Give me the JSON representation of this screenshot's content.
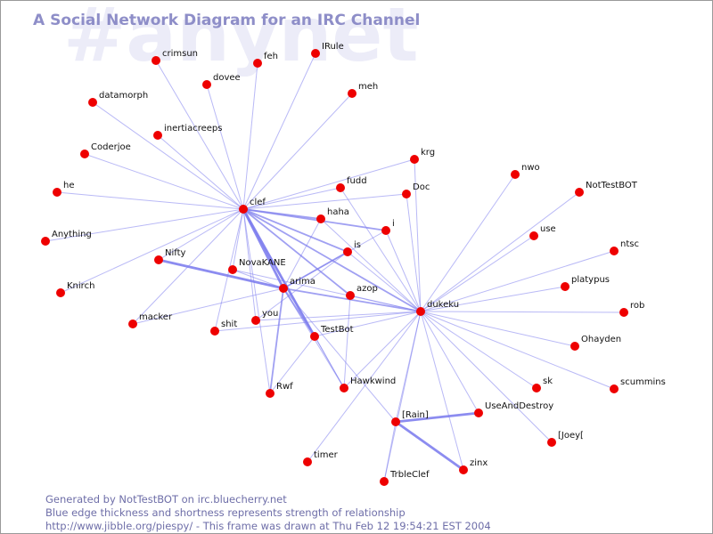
{
  "background_text": "#anynet",
  "title": "A Social Network Diagram for an IRC Channel",
  "footer": {
    "line1": "Generated by NotTestBOT on irc.bluecherry.net",
    "line2": "Blue edge thickness and shortness represents strength of relationship",
    "line3": "http://www.jibble.org/piespy/ - This frame was drawn at Thu Feb 12 19:54:21 EST 2004"
  },
  "colors": {
    "node": "#ee0000",
    "edge": "#8080ee",
    "title": "#8e8ec8",
    "background_text": "#ececf8"
  },
  "nodes": [
    {
      "id": "clef",
      "label": "clef"
    },
    {
      "id": "dukeku",
      "label": "dukeku"
    },
    {
      "id": "arima",
      "label": "arima"
    },
    {
      "id": "crimsun",
      "label": "crimsun"
    },
    {
      "id": "feh",
      "label": "feh"
    },
    {
      "id": "IRule",
      "label": "IRule"
    },
    {
      "id": "dovee",
      "label": "dovee"
    },
    {
      "id": "meh",
      "label": "meh"
    },
    {
      "id": "datamorph",
      "label": "datamorph"
    },
    {
      "id": "inertiacreeps",
      "label": "inertiacreeps"
    },
    {
      "id": "Coderjoe",
      "label": "Coderjoe"
    },
    {
      "id": "krg",
      "label": "krg"
    },
    {
      "id": "he",
      "label": "he"
    },
    {
      "id": "fudd",
      "label": "fudd"
    },
    {
      "id": "Doc",
      "label": "Doc"
    },
    {
      "id": "haha",
      "label": "haha"
    },
    {
      "id": "i",
      "label": "i"
    },
    {
      "id": "Anything",
      "label": "Anything"
    },
    {
      "id": "is",
      "label": "is"
    },
    {
      "id": "Nifty",
      "label": "Nifty"
    },
    {
      "id": "NovaKANE",
      "label": "NovaKANE"
    },
    {
      "id": "Knirch",
      "label": "Knirch"
    },
    {
      "id": "azop",
      "label": "azop"
    },
    {
      "id": "macker",
      "label": "macker"
    },
    {
      "id": "you",
      "label": "you"
    },
    {
      "id": "shit",
      "label": "shit"
    },
    {
      "id": "TestBot",
      "label": "TestBot"
    },
    {
      "id": "Rwf",
      "label": "Rwf"
    },
    {
      "id": "Hawkwind",
      "label": "Hawkwind"
    },
    {
      "id": "Rain",
      "label": "[Rain]"
    },
    {
      "id": "UseAndDestroy",
      "label": "UseAndDestroy"
    },
    {
      "id": "timer",
      "label": "timer"
    },
    {
      "id": "zinx",
      "label": "zinx"
    },
    {
      "id": "TrbleClef",
      "label": "TrbleClef"
    },
    {
      "id": "nwo",
      "label": "nwo"
    },
    {
      "id": "NotTestBOT",
      "label": "NotTestBOT"
    },
    {
      "id": "use",
      "label": "use"
    },
    {
      "id": "ntsc",
      "label": "ntsc"
    },
    {
      "id": "platypus",
      "label": "platypus"
    },
    {
      "id": "rob",
      "label": "rob"
    },
    {
      "id": "Ohayden",
      "label": "Ohayden"
    },
    {
      "id": "sk",
      "label": "sk"
    },
    {
      "id": "scummins",
      "label": "scummins"
    },
    {
      "id": "Joey",
      "label": "[Joey["
    }
  ],
  "edges": [
    {
      "from": "clef",
      "to": "crimsun",
      "weight": 1
    },
    {
      "from": "clef",
      "to": "feh",
      "weight": 1
    },
    {
      "from": "clef",
      "to": "IRule",
      "weight": 1
    },
    {
      "from": "clef",
      "to": "dovee",
      "weight": 1
    },
    {
      "from": "clef",
      "to": "meh",
      "weight": 1
    },
    {
      "from": "clef",
      "to": "datamorph",
      "weight": 1
    },
    {
      "from": "clef",
      "to": "inertiacreeps",
      "weight": 1
    },
    {
      "from": "clef",
      "to": "Coderjoe",
      "weight": 1
    },
    {
      "from": "clef",
      "to": "he",
      "weight": 1
    },
    {
      "from": "clef",
      "to": "Anything",
      "weight": 1
    },
    {
      "from": "clef",
      "to": "Knirch",
      "weight": 1
    },
    {
      "from": "clef",
      "to": "krg",
      "weight": 1
    },
    {
      "from": "clef",
      "to": "fudd",
      "weight": 1
    },
    {
      "from": "clef",
      "to": "Doc",
      "weight": 1
    },
    {
      "from": "clef",
      "to": "haha",
      "weight": 2
    },
    {
      "from": "clef",
      "to": "i",
      "weight": 2
    },
    {
      "from": "clef",
      "to": "is",
      "weight": 2
    },
    {
      "from": "clef",
      "to": "Nifty",
      "weight": 1
    },
    {
      "from": "clef",
      "to": "NovaKANE",
      "weight": 1
    },
    {
      "from": "clef",
      "to": "arima",
      "weight": 3
    },
    {
      "from": "clef",
      "to": "azop",
      "weight": 2
    },
    {
      "from": "clef",
      "to": "macker",
      "weight": 1
    },
    {
      "from": "clef",
      "to": "you",
      "weight": 1
    },
    {
      "from": "clef",
      "to": "shit",
      "weight": 1
    },
    {
      "from": "clef",
      "to": "TestBot",
      "weight": 3
    },
    {
      "from": "clef",
      "to": "Rwf",
      "weight": 1
    },
    {
      "from": "clef",
      "to": "dukeku",
      "weight": 2
    },
    {
      "from": "clef",
      "to": "Hawkwind",
      "weight": 1
    },
    {
      "from": "dukeku",
      "to": "krg",
      "weight": 1
    },
    {
      "from": "dukeku",
      "to": "fudd",
      "weight": 1
    },
    {
      "from": "dukeku",
      "to": "Doc",
      "weight": 1
    },
    {
      "from": "dukeku",
      "to": "haha",
      "weight": 1
    },
    {
      "from": "dukeku",
      "to": "i",
      "weight": 1
    },
    {
      "from": "dukeku",
      "to": "is",
      "weight": 1
    },
    {
      "from": "dukeku",
      "to": "azop",
      "weight": 1
    },
    {
      "from": "dukeku",
      "to": "arima",
      "weight": 2
    },
    {
      "from": "dukeku",
      "to": "NovaKANE",
      "weight": 1
    },
    {
      "from": "dukeku",
      "to": "shit",
      "weight": 1
    },
    {
      "from": "dukeku",
      "to": "you",
      "weight": 1
    },
    {
      "from": "dukeku",
      "to": "TestBot",
      "weight": 1
    },
    {
      "from": "dukeku",
      "to": "Hawkwind",
      "weight": 1
    },
    {
      "from": "dukeku",
      "to": "Rain",
      "weight": 1
    },
    {
      "from": "dukeku",
      "to": "UseAndDestroy",
      "weight": 1
    },
    {
      "from": "dukeku",
      "to": "zinx",
      "weight": 1
    },
    {
      "from": "dukeku",
      "to": "TrbleClef",
      "weight": 1
    },
    {
      "from": "dukeku",
      "to": "nwo",
      "weight": 1
    },
    {
      "from": "dukeku",
      "to": "NotTestBOT",
      "weight": 1
    },
    {
      "from": "dukeku",
      "to": "use",
      "weight": 1
    },
    {
      "from": "dukeku",
      "to": "ntsc",
      "weight": 1
    },
    {
      "from": "dukeku",
      "to": "platypus",
      "weight": 1
    },
    {
      "from": "dukeku",
      "to": "rob",
      "weight": 1
    },
    {
      "from": "dukeku",
      "to": "Ohayden",
      "weight": 1
    },
    {
      "from": "dukeku",
      "to": "sk",
      "weight": 1
    },
    {
      "from": "dukeku",
      "to": "scummins",
      "weight": 1
    },
    {
      "from": "dukeku",
      "to": "Joey",
      "weight": 1
    },
    {
      "from": "dukeku",
      "to": "timer",
      "weight": 1
    },
    {
      "from": "arima",
      "to": "Nifty",
      "weight": 3
    },
    {
      "from": "arima",
      "to": "is",
      "weight": 2
    },
    {
      "from": "arima",
      "to": "haha",
      "weight": 1
    },
    {
      "from": "arima",
      "to": "TestBot",
      "weight": 2
    },
    {
      "from": "arima",
      "to": "Rwf",
      "weight": 2
    },
    {
      "from": "arima",
      "to": "macker",
      "weight": 1
    },
    {
      "from": "arima",
      "to": "NovaKANE",
      "weight": 1
    },
    {
      "from": "arima",
      "to": "Hawkwind",
      "weight": 1
    },
    {
      "from": "arima",
      "to": "Rain",
      "weight": 1
    },
    {
      "from": "arima",
      "to": "i",
      "weight": 1
    },
    {
      "from": "TestBot",
      "to": "Rwf",
      "weight": 1
    },
    {
      "from": "TestBot",
      "to": "Hawkwind",
      "weight": 1
    },
    {
      "from": "Rain",
      "to": "UseAndDestroy",
      "weight": 3
    },
    {
      "from": "Rain",
      "to": "zinx",
      "weight": 3
    },
    {
      "from": "Rain",
      "to": "TrbleClef",
      "weight": 1
    },
    {
      "from": "azop",
      "to": "Hawkwind",
      "weight": 1
    },
    {
      "from": "is",
      "to": "you",
      "weight": 1
    }
  ]
}
